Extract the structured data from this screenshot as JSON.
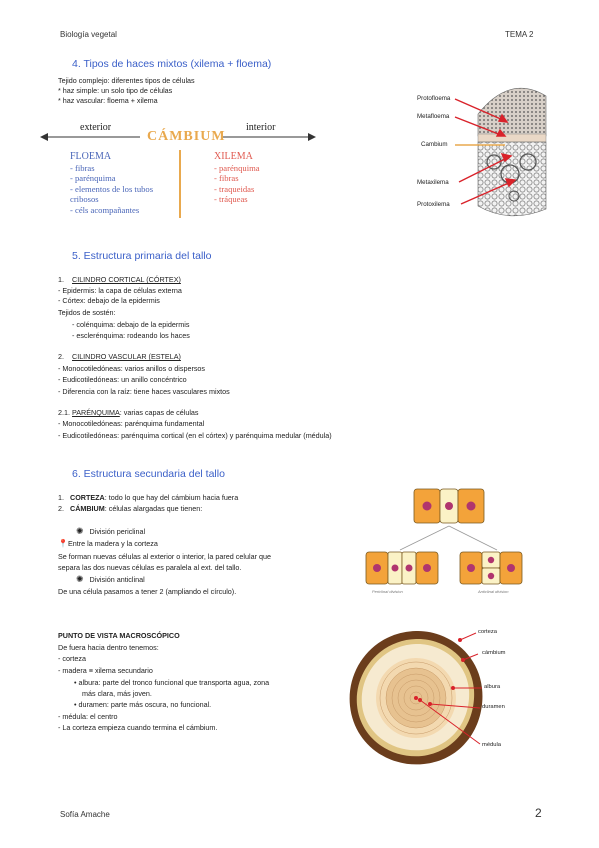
{
  "header": {
    "left": "Biología vegetal",
    "right": "TEMA 2"
  },
  "footer": {
    "left": "Sofía Amache",
    "page": "2"
  },
  "sec4": {
    "title": "4. Tipos de haces mixtos (xilema + floema)",
    "lines": [
      "Tejido complejo: diferentes tipos de células",
      "* haz simple: un solo tipo de células",
      "* haz vascular: floema + xilema"
    ],
    "exterior": "exterior",
    "cambium": "CÁMBIUM",
    "interior": "interior",
    "floema_title": "FLOEMA",
    "floema_items": [
      "- fibras",
      "- parénquima",
      "- elementos de los tubos",
      "cribosos",
      "- céls acompañantes"
    ],
    "xilema_title": "XILEMA",
    "xilema_items": [
      "- parénquima",
      "- fibras",
      "- traqueidas",
      "- tráqueas"
    ],
    "diagram_labels": [
      "Protofloema",
      "Metafloema",
      "Cambium",
      "Metaxilema",
      "Protoxilema"
    ]
  },
  "sec5": {
    "title": "5. Estructura primaria del tallo",
    "h1_num": "1.",
    "h1": "CILINDRO CORTICAL (CÓRTEX)",
    "l1": [
      "- Epidermis: la capa de células externa",
      "- Córtex: debajo de la epidermis"
    ],
    "sosten": "Tejidos de sostén:",
    "sosten_items": [
      "- colénquima: debajo de la epidermis",
      "- esclerénquima: rodeando los haces"
    ],
    "h2_num": "2.",
    "h2": "CILINDRO VASCULAR (ESTELA)",
    "l2": [
      "- Monocotiledóneas: varios anillos o dispersos",
      "- Eudicotiledóneas: un anillo concéntrico",
      "- Diferencia con la raíz: tiene haces vasculares mixtos"
    ],
    "h21_num": "2.1.",
    "h21": "PARÉNQUIMA",
    "h21_rest": ": varias capas de células",
    "l21": [
      "- Monocotiledóneas: parénquima fundamental",
      "- Eudicotiledóneas: parénquima cortical (en el córtex) y parénquima medular (médula)"
    ]
  },
  "sec6": {
    "title": "6. Estructura secundaria del tallo",
    "i1_num": "1.",
    "i1_b": "CORTEZA",
    "i1": ": todo lo que hay del cámbium hacia fuera",
    "i2_num": "2.",
    "i2_b": "CÁMBIUM",
    "i2": ": células alargadas que tienen:",
    "periclinal": "División periclinal",
    "madera_corteza": "Entre la madera y la corteza",
    "p1": "Se forman nuevas células al exterior o interior, la pared celular que",
    "p2": "separa las dos nuevas células es paralela al ext. del tallo.",
    "anticlinal": "División anticlinal",
    "p3": "De una célula pasamos a tener 2 (ampliando el círculo).",
    "cell_caption_1": "Periclinal division",
    "cell_caption_2": "Anticlinal division",
    "macro_title": "PUNTO DE VISTA MACROSCÓPICO",
    "macro": [
      "De fuera hacia dentro tenemos:",
      "- corteza",
      "- madera ≡ xilema secundario"
    ],
    "albura": [
      "• albura: parte del tronco funcional que transporta agua, zona",
      "más clara, más joven."
    ],
    "duramen": "• duramen: parte más oscura, no funcional.",
    "rest": [
      "- médula: el centro",
      "- La corteza empieza cuando termina el cámbium."
    ],
    "trunk_labels": [
      "corteza",
      "cámbium",
      "albura",
      "duramen",
      "médula"
    ]
  },
  "colors": {
    "accent": "#3a5fc8",
    "floema": "#4a66b8",
    "xilema": "#e05a50",
    "cambium": "#e9a94e",
    "cell": "#f3a33a",
    "nucleus": "#b0356e"
  }
}
